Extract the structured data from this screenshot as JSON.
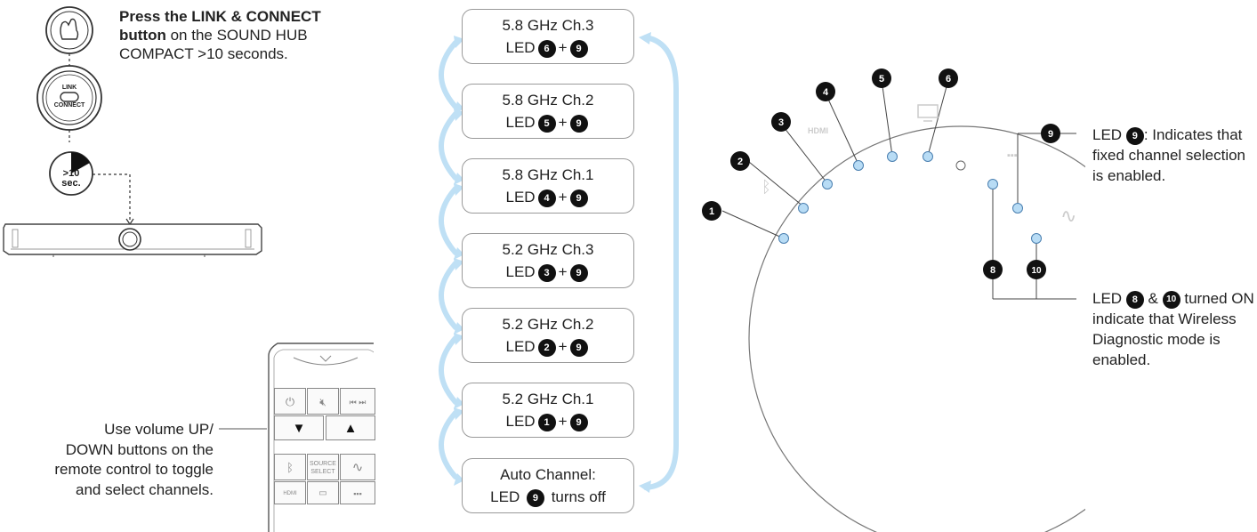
{
  "instructions": {
    "press_bold": "Press the LINK & CONNECT button",
    "press_rest": " on the SOUND HUB COMPACT >10 seconds.",
    "remote_text": "Use volume UP/ DOWN buttons on the remote control to toggle and select channels."
  },
  "hub_buttons": {
    "link_line1": "LINK",
    "link_line2": "CONNECT",
    "timer_line1": ">10",
    "timer_line2": "sec."
  },
  "channels": [
    {
      "title": "5.8 GHz Ch.3",
      "led_a": "6",
      "led_b": "9"
    },
    {
      "title": "5.8 GHz Ch.2",
      "led_a": "5",
      "led_b": "9"
    },
    {
      "title": "5.8 GHz Ch.1",
      "led_a": "4",
      "led_b": "9"
    },
    {
      "title": "5.2 GHz Ch.3",
      "led_a": "3",
      "led_b": "9"
    },
    {
      "title": "5.2 GHz Ch.2",
      "led_a": "2",
      "led_b": "9"
    },
    {
      "title": "5.2 GHz Ch.1",
      "led_a": "1",
      "led_b": "9"
    }
  ],
  "auto_channel": {
    "line1": "Auto Channel:",
    "led": "9",
    "suffix": "turns off"
  },
  "led_prefix": "LED",
  "plus": "+",
  "remote": {
    "source_line1": "SOURCE",
    "source_line2": "SELECT",
    "hdmi": "HDMI"
  },
  "hub_led_numbers": [
    "1",
    "2",
    "3",
    "4",
    "5",
    "6",
    "8",
    "9",
    "10"
  ],
  "hub_icons": {
    "hdmi": "HDMI"
  },
  "callouts": {
    "led9_prefix": "LED",
    "led9_num": "9",
    "led9_text": ": Indicates that fixed channel selection is enabled.",
    "led8_prefix": "LED",
    "led8_num_a": "8",
    "led8_amp": "&",
    "led8_num_b": "10",
    "led8_text": " turned ON indicate that Wireless Diagnostic mode is enabled."
  },
  "colors": {
    "led_fill": "#b8dcf5",
    "led_stroke": "#4a7fb0",
    "arrow": "#bfe0f5",
    "badge": "#111111"
  }
}
